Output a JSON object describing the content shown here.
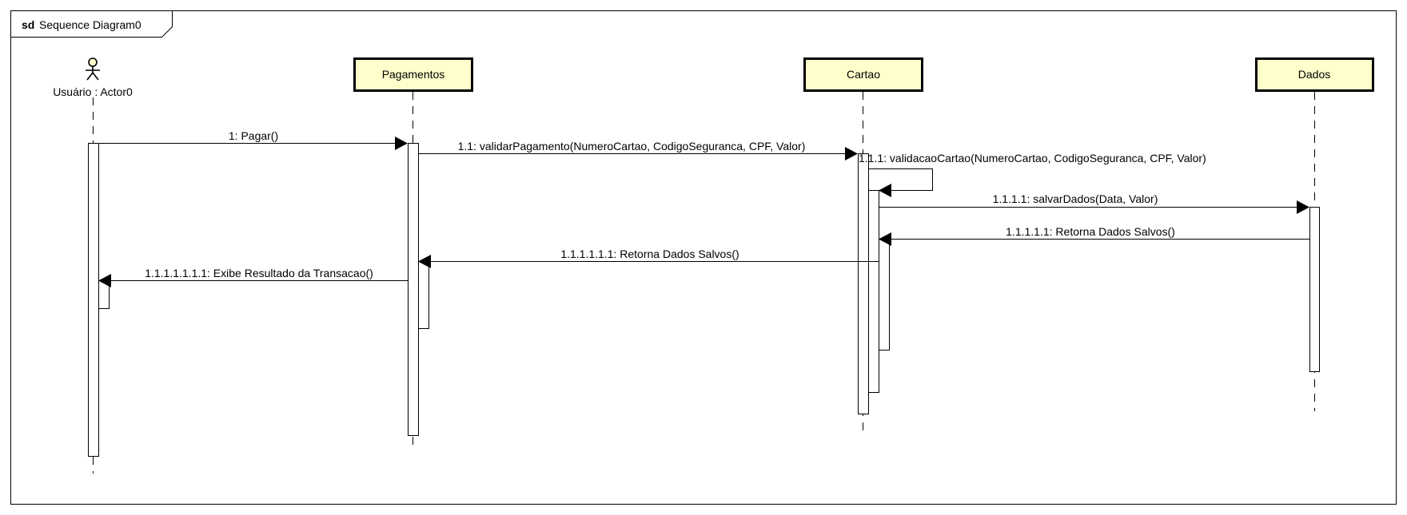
{
  "frame": {
    "keyword": "sd",
    "name": "Sequence Diagram0"
  },
  "colors": {
    "lifeline_fill": "#ffffcc",
    "stroke": "#000000",
    "activation_fill": "#ffffff"
  },
  "lifelines": [
    {
      "id": "actor",
      "kind": "actor",
      "label": "Usuário : Actor0"
    },
    {
      "id": "pagamentos",
      "kind": "object",
      "label": "Pagamentos"
    },
    {
      "id": "cartao",
      "kind": "object",
      "label": "Cartao"
    },
    {
      "id": "dados",
      "kind": "object",
      "label": "Dados"
    }
  ],
  "messages": [
    {
      "label": "1: Pagar()",
      "from": "actor",
      "to": "pagamentos",
      "kind": "sync"
    },
    {
      "label": "1.1: validarPagamento(NumeroCartao, CodigoSeguranca, CPF, Valor)",
      "from": "pagamentos",
      "to": "cartao",
      "kind": "sync"
    },
    {
      "label": "1.1.1: validacaoCartao(NumeroCartao, CodigoSeguranca, CPF, Valor)",
      "from": "cartao",
      "to": "cartao",
      "kind": "self"
    },
    {
      "label": "1.1.1.1: salvarDados(Data, Valor)",
      "from": "cartao",
      "to": "dados",
      "kind": "sync"
    },
    {
      "label": "1.1.1.1.1: Retorna Dados Salvos()",
      "from": "dados",
      "to": "cartao",
      "kind": "sync"
    },
    {
      "label": "1.1.1.1.1.1: Retorna Dados Salvos()",
      "from": "cartao",
      "to": "pagamentos",
      "kind": "sync"
    },
    {
      "label": "1.1.1.1.1.1.1: Exibe Resultado da Transacao()",
      "from": "pagamentos",
      "to": "actor",
      "kind": "sync"
    }
  ]
}
